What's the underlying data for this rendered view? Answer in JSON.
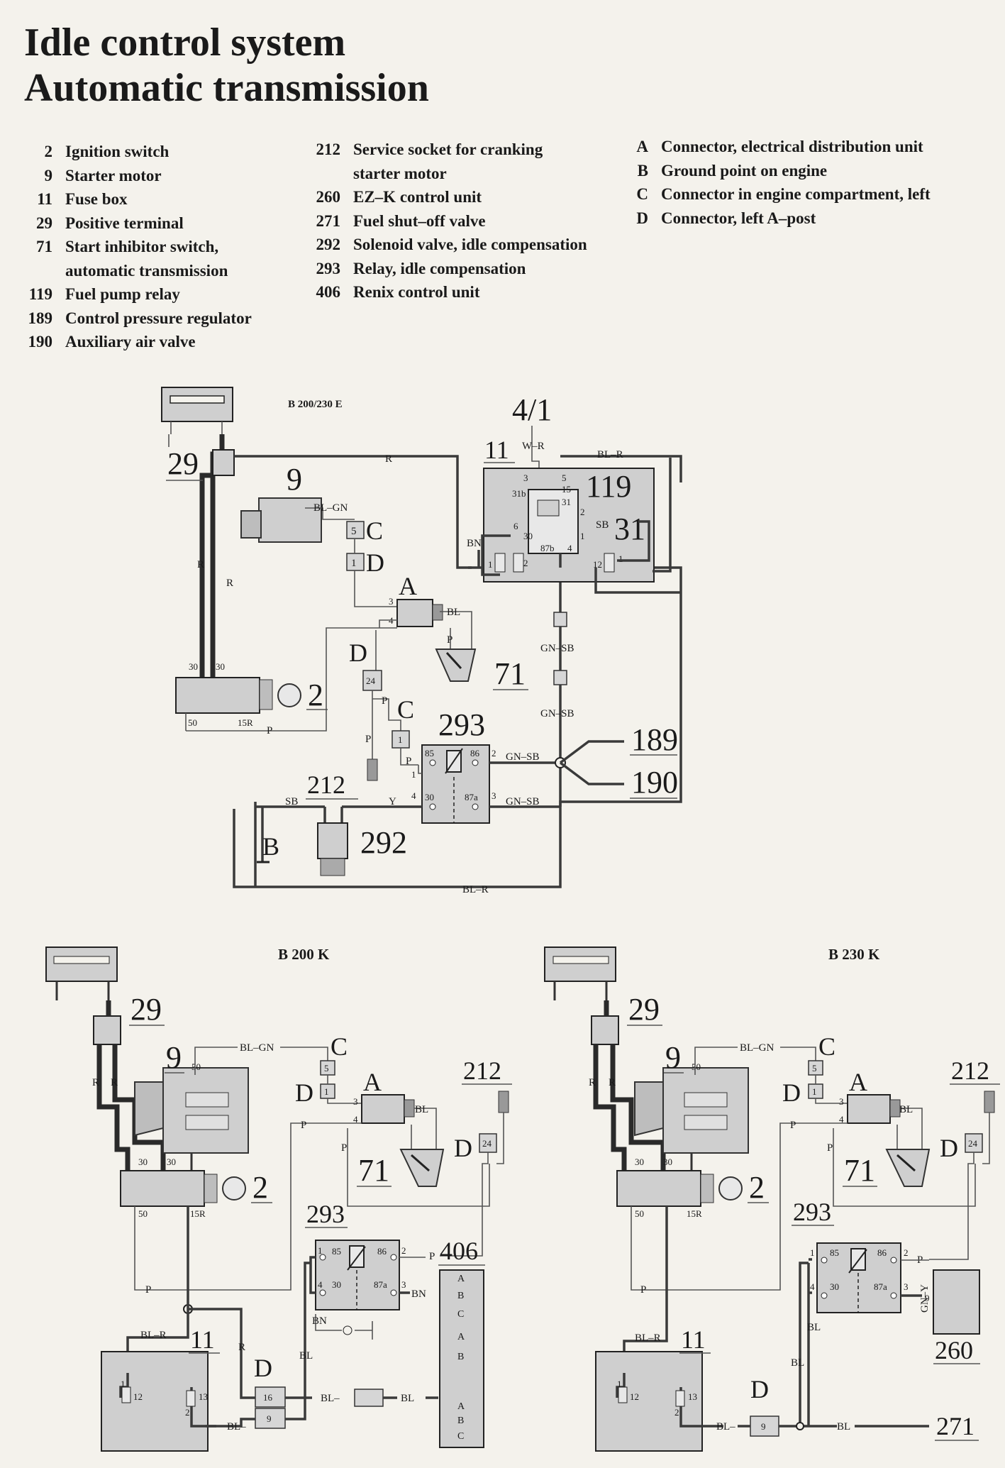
{
  "title": {
    "line1": "Idle control system",
    "line2": "Automatic transmission"
  },
  "legend_col1": [
    {
      "num": "2",
      "text": "Ignition switch"
    },
    {
      "num": "9",
      "text": "Starter motor"
    },
    {
      "num": "11",
      "text": "Fuse box"
    },
    {
      "num": "29",
      "text": "Positive terminal"
    },
    {
      "num": "71",
      "text": "Start inhibitor switch,"
    },
    {
      "num": "",
      "text": "automatic transmission"
    },
    {
      "num": "119",
      "text": "Fuel pump relay"
    },
    {
      "num": "189",
      "text": "Control pressure regulator"
    },
    {
      "num": "190",
      "text": "Auxiliary air valve"
    }
  ],
  "legend_col2": [
    {
      "num": "212",
      "text": "Service socket for cranking"
    },
    {
      "num": "",
      "text": "starter motor"
    },
    {
      "num": "260",
      "text": "EZ–K control unit"
    },
    {
      "num": "271",
      "text": "Fuel shut–off valve"
    },
    {
      "num": "292",
      "text": "Solenoid valve, idle compensation"
    },
    {
      "num": "293",
      "text": "Relay, idle compensation"
    },
    {
      "num": "406",
      "text": "Renix control unit"
    }
  ],
  "legend_col3": [
    {
      "num": "A",
      "text": "Connector, electrical distribution unit"
    },
    {
      "num": "B",
      "text": "Ground point on engine"
    },
    {
      "num": "C",
      "text": "Connector in engine compartment, left"
    },
    {
      "num": "D",
      "text": "Connector, left A–post"
    }
  ],
  "diagram1": {
    "heading": "B 200/230 E",
    "ref_29": "29",
    "ref_9": "9",
    "ref_C_top": "C",
    "ref_D_top": "D",
    "ref_A": "A",
    "ref_71": "71",
    "ref_2": "2",
    "ref_D_left": "D",
    "ref_C_mid": "C",
    "ref_293": "293",
    "ref_212": "212",
    "ref_292": "292",
    "ref_B": "B",
    "ref_189": "189",
    "ref_190": "190",
    "ref_41": "4/1",
    "ref_11": "11",
    "ref_119": "119",
    "ref_31": "31",
    "w_R_top": "R",
    "w_R_left1": "R",
    "w_R_left2": "R",
    "w_BLGN": "BL–GN",
    "w_BL": "BL",
    "w_P_71": "P",
    "w_P_bottom": "P",
    "w_P_d": "P",
    "w_P_c": "P",
    "w_P_rel": "P",
    "w_WR": "W–R",
    "w_BLR_top": "BL–R",
    "w_BN": "BN",
    "w_SB": "SB",
    "w_GNSB1": "GN–SB",
    "w_GNSB2": "GN–SB",
    "w_GNSB3": "GN–SB",
    "w_GNSB4": "GN–SB",
    "w_SB_212": "SB",
    "w_Y": "Y",
    "w_BLR_bottom": "BL–R",
    "pin_30a": "30",
    "pin_30b": "30",
    "pin_50": "50",
    "pin_15R": "15R",
    "pin_3": "3",
    "pin_4": "4",
    "pin_5": "5",
    "pin_1": "1",
    "pin_24": "24",
    "pin_c1": "1",
    "r85": "85",
    "r86": "86",
    "r30": "30",
    "r87a": "87a",
    "r_p2": "2",
    "r_p1": "1",
    "r_p4": "4",
    "r_p3": "3",
    "f_3": "3",
    "f_5": "5",
    "f_15": "15",
    "f_31b": "31b",
    "f_31": "31",
    "f_2": "2",
    "f_6": "6",
    "f_30": "30",
    "f_87b": "87b",
    "f_4": "4",
    "f_1": "1",
    "f_c1": "1",
    "f_c2": "2",
    "f_c12": "12",
    "f_c1b": "1"
  },
  "diagram2": {
    "heading": "B 200 K",
    "ref_29": "29",
    "ref_9": "9",
    "ref_C": "C",
    "ref_D_top": "D",
    "ref_A": "A",
    "ref_212": "212",
    "ref_71": "71",
    "ref_D_mid": "D",
    "ref_293": "293",
    "ref_2": "2",
    "ref_406": "406",
    "ref_11": "11",
    "ref_D_bottom": "D",
    "w_R1": "R",
    "w_R2": "R",
    "w_BLGN": "BL–GN",
    "w_BL_A": "BL",
    "w_P_top": "P",
    "w_P_71": "P",
    "w_P_rel": "P",
    "w_P_bottom": "P",
    "w_BLR": "BL–R",
    "w_R_d": "R",
    "w_BL_v": "BL",
    "w_BN": "BN",
    "w_BN_low": "BN",
    "w_BL1": "BL–",
    "w_BL2": "BL",
    "w_BL3": "BL",
    "w_BL4": "BL–",
    "pin_50s": "50",
    "pin_30a": "30",
    "pin_30b": "30",
    "pin_50": "50",
    "pin_15R": "15R",
    "pin_5": "5",
    "pin_1": "1",
    "pin_3": "3",
    "pin_4": "4",
    "pin_24": "24",
    "r85": "85",
    "r86": "86",
    "r30": "30",
    "r87a": "87a",
    "r_p1": "1",
    "r_p2": "2",
    "r_p4": "4",
    "r_p3": "3",
    "f_1": "1",
    "f_12": "12",
    "f_13": "13",
    "f_2": "2",
    "d_16": "16",
    "d_9": "9",
    "renix_pins": [
      "A",
      "B",
      "C",
      "A",
      "B",
      "A",
      "B",
      "C"
    ]
  },
  "diagram3": {
    "heading": "B 230 K",
    "ref_29": "29",
    "ref_9": "9",
    "ref_C": "C",
    "ref_D_top": "D",
    "ref_A": "A",
    "ref_212": "212",
    "ref_71": "71",
    "ref_D_mid": "D",
    "ref_293": "293",
    "ref_2": "2",
    "ref_260": "260",
    "ref_11": "11",
    "ref_D_bottom": "D",
    "ref_271": "271",
    "w_R1": "R",
    "w_R2": "R",
    "w_BLGN": "BL–GN",
    "w_BL_A": "BL",
    "w_P_top": "P",
    "w_P_71": "P",
    "w_P_rel": "P",
    "w_P_bottom": "P",
    "w_BLR": "BL–R",
    "w_GNY": "GN–Y",
    "w_BL_v1": "BL",
    "w_BL_v2": "BL",
    "w_BL1": "BL–",
    "w_BL2": "BL",
    "pin_50s": "50",
    "pin_30a": "30",
    "pin_30b": "30",
    "pin_50": "50",
    "pin_15R": "15R",
    "pin_5": "5",
    "pin_1": "1",
    "pin_3": "3",
    "pin_4": "4",
    "pin_24": "24",
    "r85": "85",
    "r86": "86",
    "r30": "30",
    "r87a": "87a",
    "r_p1": "1",
    "r_p2": "2",
    "r_p4": "4",
    "r_p3": "3",
    "u_9": "9",
    "f_1": "1",
    "f_12": "12",
    "f_13": "13",
    "f_2": "2",
    "d_9": "9"
  }
}
